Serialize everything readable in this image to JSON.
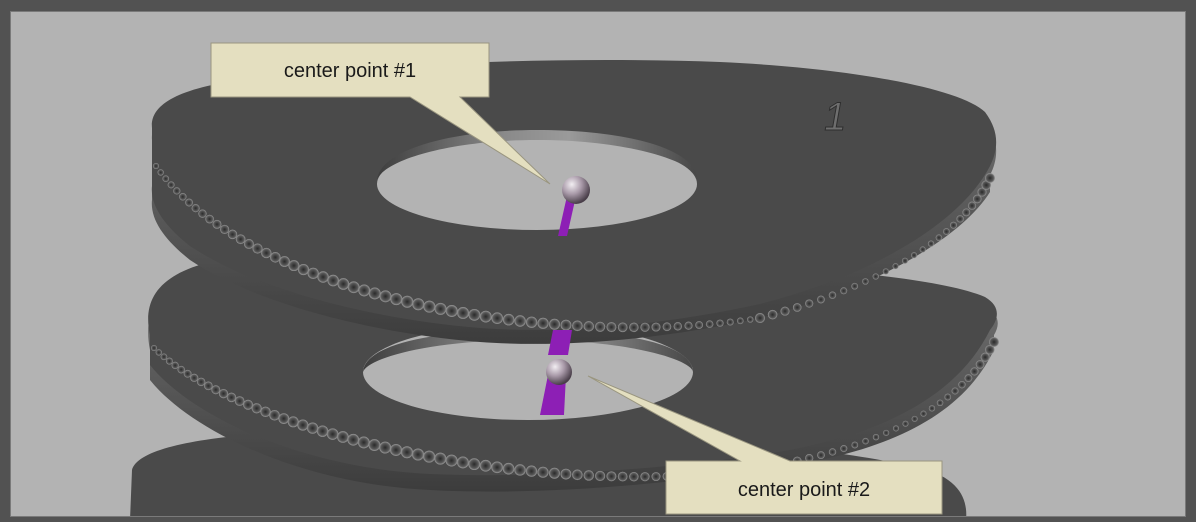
{
  "callouts": [
    {
      "label": "center point #1"
    },
    {
      "label": "center point #2"
    }
  ],
  "engraving": {
    "top_disc_mark": "1"
  },
  "colors": {
    "background": "#b3b3b3",
    "frame": "#525252",
    "disc_face": "#4a4a4a",
    "disc_edge": "#5d5d5d",
    "hole_fill": "#b3b3b3",
    "axis_rod": "#8d1fb5",
    "center_ball": "#a89aa8",
    "callout_fill": "#e4dfc0",
    "callout_stroke": "#9a9680"
  }
}
